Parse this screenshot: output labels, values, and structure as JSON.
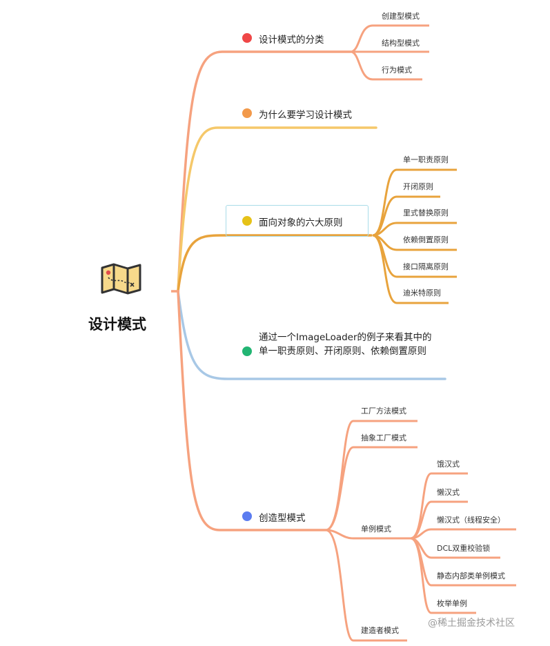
{
  "root": {
    "title": "设计模式",
    "icon": "map-icon"
  },
  "branches": [
    {
      "id": "classification",
      "label": "设计模式的分类",
      "dot_color": "#ef4747",
      "line_color": "#f6a27f",
      "children": [
        "创建型模式",
        "结构型模式",
        "行为模式"
      ]
    },
    {
      "id": "why",
      "label": "为什么要学习设计模式",
      "dot_color": "#f2994a",
      "line_color": "#f5c86a",
      "children": []
    },
    {
      "id": "principles",
      "label": "面向对象的六大原则",
      "dot_color": "#e6c218",
      "line_color": "#e8a33c",
      "children": [
        "单一职责原则",
        "开闭原则",
        "里式替换原则",
        "依赖倒置原则",
        "接口隔离原则",
        "迪米特原则"
      ]
    },
    {
      "id": "imageloader",
      "label": "通过一个ImageLoader的例子来看其中的单一职责原则、开闭原则、依赖倒置原则",
      "dot_color": "#22b573",
      "line_color": "#a8c8e6",
      "children": []
    },
    {
      "id": "creational",
      "label": "创造型模式",
      "dot_color": "#5b7cf0",
      "line_color": "#f6a27f",
      "children": [
        {
          "label": "工厂方法模式",
          "children": []
        },
        {
          "label": "抽象工厂模式",
          "children": []
        },
        {
          "label": "单例模式",
          "children": [
            "饿汉式",
            "懒汉式",
            "懒汉式（线程安全）",
            "DCL双重校验锁",
            "静态内部类单例模式",
            "枚举单例"
          ]
        },
        {
          "label": "建造者模式",
          "children": []
        }
      ]
    }
  ],
  "watermark": "@稀土掘金技术社区"
}
